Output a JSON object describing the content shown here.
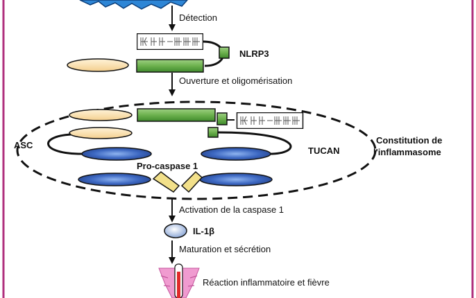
{
  "steps": {
    "detection": "Détection",
    "oligomerisation": "Ouverture et oligomérisation",
    "activation": "Activation de la caspase 1",
    "maturation": "Maturation et sécrétion",
    "reaction": "Réaction inflammatoire et fièvre"
  },
  "labels": {
    "nlrp3": "NLRP3",
    "asc": "ASC",
    "tucan": "TUCAN",
    "procaspase": "Pro-caspase 1",
    "il1b": "IL-1β",
    "inflammasome_line1": "Constitution de",
    "inflammasome_line2": "l'inflammasome"
  },
  "colors": {
    "frame": "#b0307e",
    "pyd": "#f9dfae",
    "nacht": "#6db14e",
    "card": "#3d68c2",
    "caspase": "#f2e08a",
    "thermometer_bg": "#f09bd0",
    "thermometer_red": "#e02a2a"
  },
  "icons": {
    "danger_signal": "danger-signal-icon",
    "thermometer": "thermometer-icon"
  }
}
